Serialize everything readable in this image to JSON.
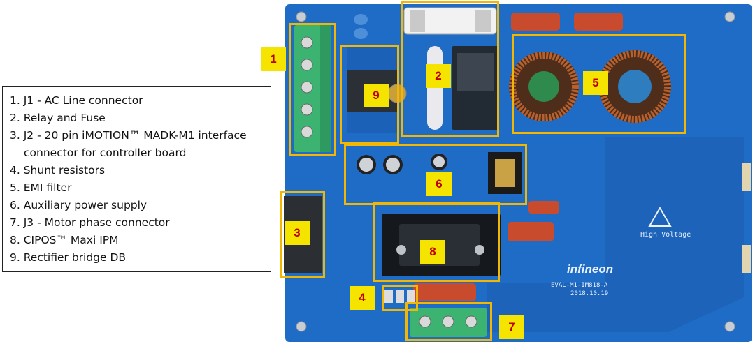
{
  "legend": {
    "items": [
      "1. J1 - AC Line connector",
      "2. Relay and Fuse",
      "3. J2 - 20 pin iMOTION™ MADK-M1 interface",
      "connector for controller board",
      "4. Shunt resistors",
      "5. EMI filter",
      "6. Auxiliary power supply",
      "7. J3 - Motor phase connector",
      "8. CIPOS™ Maxi IPM",
      "9. Rectifier bridge DB"
    ]
  },
  "callouts": {
    "c1": "1",
    "c2": "2",
    "c3": "3",
    "c4": "4",
    "c5": "5",
    "c6": "6",
    "c7": "7",
    "c8": "8",
    "c9": "9"
  },
  "board": {
    "brand": "infineon",
    "model": "EVAL-M1-IM818-A",
    "date": "2018.10.19",
    "hv_label": "High Voltage"
  },
  "colors": {
    "pcb": "#1f6cc7",
    "callout_border": "#f2b705",
    "badge_bg": "#f5e400",
    "badge_text": "#c00000"
  }
}
